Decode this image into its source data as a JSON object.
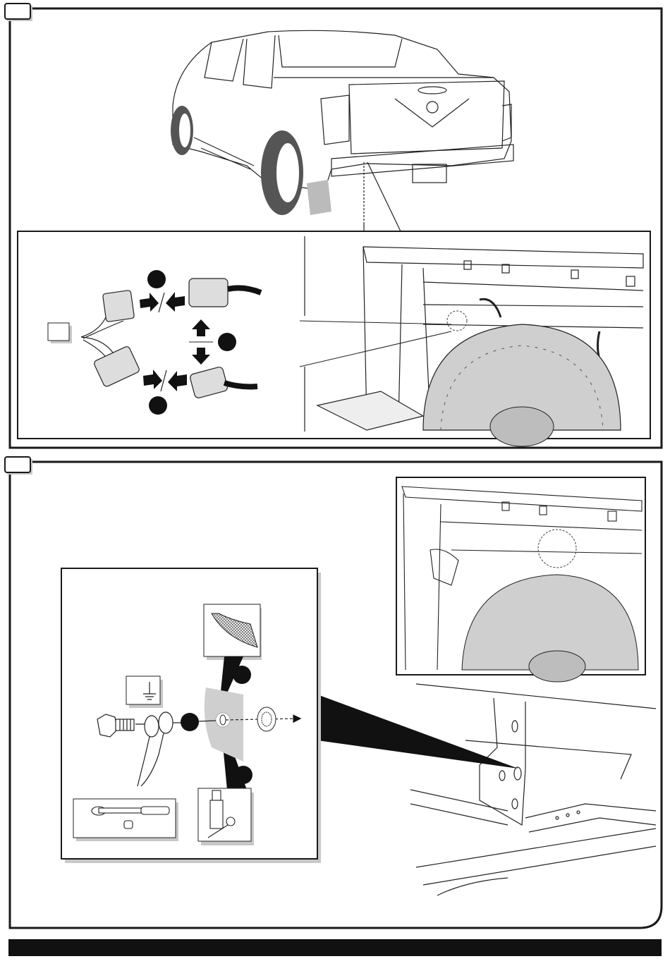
{
  "colors": {
    "ink": "#1a1a1a",
    "shadow": "#c8c8c8",
    "tire": "#cfcfcf",
    "footer_bar": "#111111"
  },
  "steps": [
    {
      "icons": [
        "step-number-box",
        "pickup-truck-rear-view",
        "connector-harness",
        "wiring-photo"
      ]
    },
    {
      "icons": [
        "step-number-box",
        "ground-symbol",
        "bolt",
        "ring-terminal",
        "serrated-washer",
        "sandpaper",
        "socket-wrench",
        "touch-up-paint",
        "frame-bracket"
      ]
    }
  ]
}
